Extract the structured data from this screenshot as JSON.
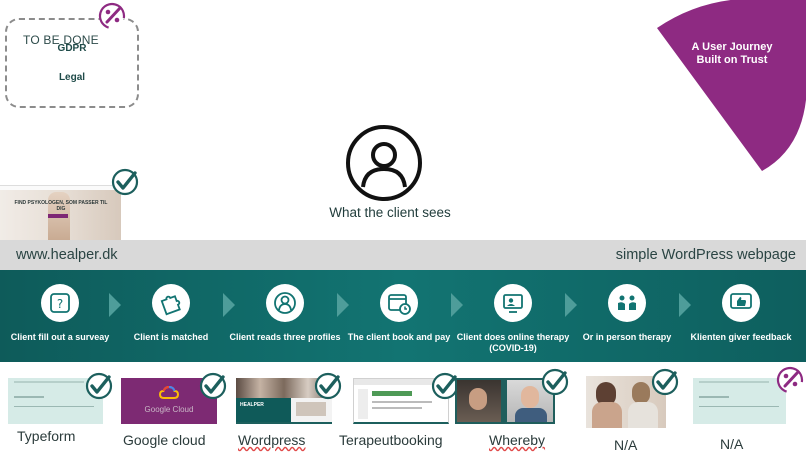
{
  "todo": {
    "title": "TO BE DONE",
    "items": [
      "GDPR",
      "Legal"
    ]
  },
  "wedge": {
    "text": "A User Journey Built on Trust",
    "color": "#8e2a82"
  },
  "client": {
    "caption": "What the client sees",
    "icon": "user-circle-icon"
  },
  "site_thumb": {
    "text": "FIND PSYKOLOGEN, SOM PASSER TIL DIG"
  },
  "bar": {
    "left": "www.healper.dk",
    "right": "simple WordPress webpage"
  },
  "steps": [
    {
      "label": "Client fill out a surveay",
      "icon": "question-icon"
    },
    {
      "label": "Client is matched",
      "icon": "puzzle-icon"
    },
    {
      "label": "Client reads three profiles",
      "icon": "profile-icon"
    },
    {
      "label": "The client book and pay",
      "icon": "calendar-icon"
    },
    {
      "label": "Client does online therapy (COVID-19)",
      "icon": "video-call-icon"
    },
    {
      "label": "Or in person therapy",
      "icon": "in-person-icon"
    },
    {
      "label": "Klienten giver feedback",
      "icon": "thumbs-up-icon"
    }
  ],
  "tools": [
    {
      "label": "Typeform"
    },
    {
      "label": "Google cloud",
      "logo_text": "Google Cloud"
    },
    {
      "label": "Wordpress",
      "thumb_text": "HEALPER"
    },
    {
      "label": "Terapeutbooking"
    },
    {
      "label": "Whereby"
    },
    {
      "label": "N/A"
    },
    {
      "label": "N/A"
    }
  ],
  "colors": {
    "teal": "#127472",
    "purple": "#8e2a82",
    "check": "#1c5f5d"
  }
}
